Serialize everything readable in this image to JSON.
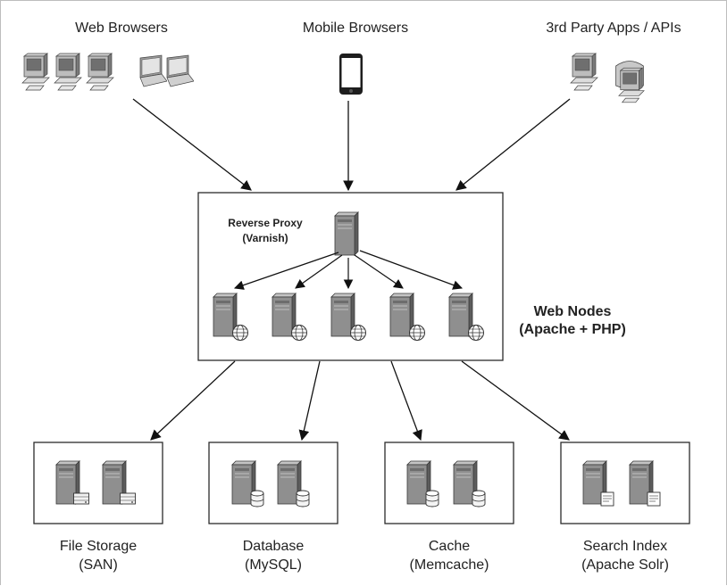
{
  "sources": [
    {
      "label": "Web Browsers"
    },
    {
      "label": "Mobile Browsers"
    },
    {
      "label": "3rd Party Apps / APIs"
    }
  ],
  "proxy": {
    "line1": "Reverse Proxy",
    "line2": "(Varnish)"
  },
  "web_nodes": {
    "line1": "Web Nodes",
    "line2": "(Apache + PHP)"
  },
  "backends": [
    {
      "line1": "File Storage",
      "line2": "(SAN)"
    },
    {
      "line1": "Database",
      "line2": "(MySQL)"
    },
    {
      "line1": "Cache",
      "line2": "(Memcache)"
    },
    {
      "line1": "Search Index",
      "line2": "(Apache Solr)"
    }
  ],
  "colors": {
    "text": "#222222",
    "box_border": "#2b2b2b",
    "server_front": "#8c8c8c",
    "server_side": "#5a5a5a",
    "server_top": "#b8b8b8"
  }
}
